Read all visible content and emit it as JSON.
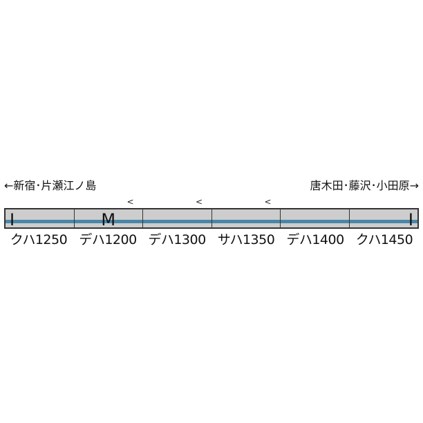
{
  "directions": {
    "left": "←新宿･片瀬江ノ島",
    "right": "唐木田･藤沢･小田原→"
  },
  "formation": [
    {
      "name": "クハ1250",
      "mark": "I",
      "mark_pos": "left",
      "pantograph": ""
    },
    {
      "name": "デハ1200",
      "mark": "M",
      "mark_pos": "center",
      "pantograph": "<"
    },
    {
      "name": "デハ1300",
      "mark": "",
      "mark_pos": "",
      "pantograph": "<"
    },
    {
      "name": "サハ1350",
      "mark": "",
      "mark_pos": "",
      "pantograph": "<"
    },
    {
      "name": "デハ1400",
      "mark": "",
      "mark_pos": "",
      "pantograph": ""
    },
    {
      "name": "クハ1450",
      "mark": "I",
      "mark_pos": "right",
      "pantograph": ""
    }
  ],
  "colors": {
    "body": "#cdcdcd",
    "stripe": "#4a86a8",
    "outline": "#333333"
  }
}
